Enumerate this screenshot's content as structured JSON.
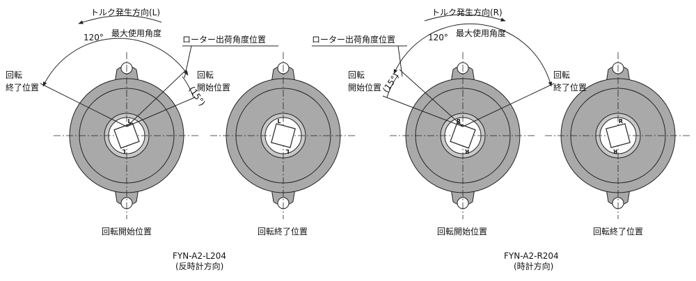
{
  "left": {
    "torque_direction": "トルク発生方向(L)",
    "angle_value": "120°",
    "max_angle_label": "最大使用角度",
    "rotor_angle_label": "ローター出荷角度位置",
    "small_angle": "(15°)",
    "end_label": [
      "回転",
      "終了位置"
    ],
    "start_label": [
      "回転",
      "開始位置"
    ],
    "bottom_start": "回転開始位置",
    "bottom_end": "回転終了位置",
    "model": "FYN-A2-L204",
    "direction": "(反時計方向)",
    "marker": "L"
  },
  "right": {
    "torque_direction": "トルク発生方向(R)",
    "angle_value": "120°",
    "max_angle_label": "最大使用角度",
    "rotor_angle_label": "ローター出荷角度位置",
    "small_angle": "(15°)",
    "start_label": [
      "回転",
      "開始位置"
    ],
    "end_label": [
      "回転",
      "終了位置"
    ],
    "bottom_start": "回転開始位置",
    "bottom_end": "回転終了位置",
    "model": "FYN-A2-R204",
    "direction": "(時計方向)",
    "marker": "R"
  },
  "colors": {
    "body_fill": "#a9a9a9",
    "inner_fill": "#c8c8c8",
    "line": "#222222"
  }
}
